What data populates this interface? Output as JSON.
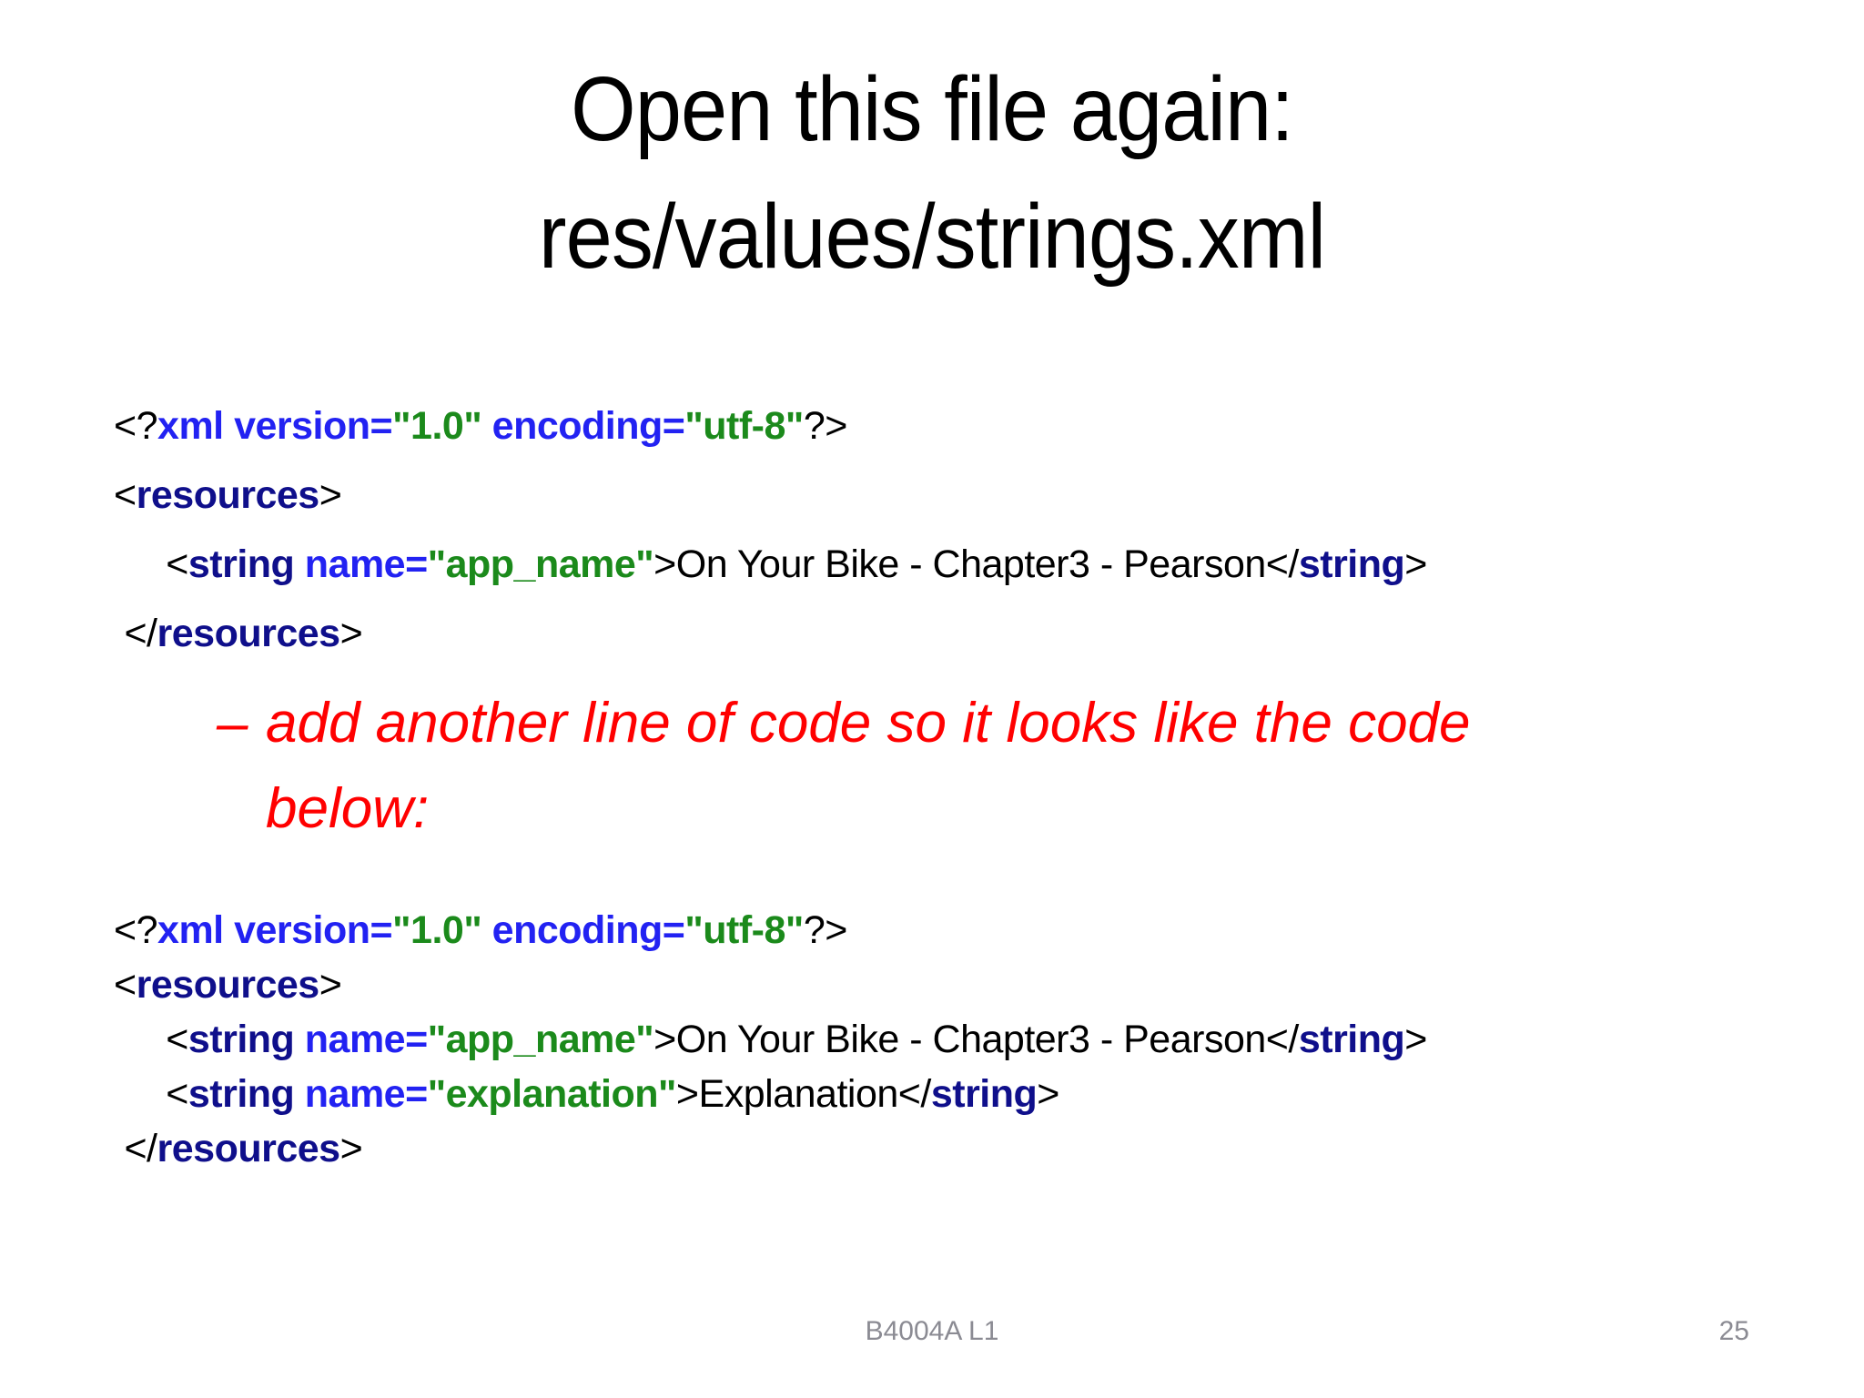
{
  "slide": {
    "title": {
      "line1": "Open this file again:",
      "line2": "res/values/strings.xml"
    },
    "note": {
      "bullet": "–",
      "line1": "add another line of code so it looks like the code",
      "line2": "below:"
    },
    "footer": {
      "course": "B4004A L1",
      "page_number": "25"
    },
    "colors": {
      "element": "#0F0F8B",
      "attribute": "#2222F2",
      "value": "#1B8A1B",
      "text": "#000000",
      "note_red": "#FF0000",
      "footer_gray": "#8B8B93"
    }
  },
  "code_block_1": {
    "lines": [
      {
        "tokens": [
          {
            "t": "bracket",
            "v": "<?"
          },
          {
            "t": "attr",
            "v": "xml version="
          },
          {
            "t": "value",
            "v": "\"1.0\""
          },
          {
            "t": "attr",
            "v": " encoding="
          },
          {
            "t": "value",
            "v": "\"utf-8\""
          },
          {
            "t": "bracket",
            "v": "?>"
          }
        ]
      },
      {
        "tokens": [
          {
            "t": "bracket",
            "v": "<"
          },
          {
            "t": "element",
            "v": "resources"
          },
          {
            "t": "bracket",
            "v": ">"
          }
        ]
      },
      {
        "tokens": [
          {
            "t": "bracket",
            "v": "     <"
          },
          {
            "t": "element",
            "v": "string"
          },
          {
            "t": "attr",
            "v": " name="
          },
          {
            "t": "value",
            "v": "\"app_name\""
          },
          {
            "t": "bracket",
            "v": ">"
          },
          {
            "t": "text",
            "v": "On Your Bike - Chapter3 - Pearson"
          },
          {
            "t": "bracket",
            "v": "</"
          },
          {
            "t": "element",
            "v": "string"
          },
          {
            "t": "bracket",
            "v": ">"
          }
        ]
      },
      {
        "tokens": [
          {
            "t": "bracket",
            "v": " </"
          },
          {
            "t": "element",
            "v": "resources"
          },
          {
            "t": "bracket",
            "v": ">"
          }
        ]
      }
    ]
  },
  "code_block_2": {
    "lines": [
      {
        "tokens": [
          {
            "t": "bracket",
            "v": "<?"
          },
          {
            "t": "attr",
            "v": "xml version="
          },
          {
            "t": "value",
            "v": "\"1.0\""
          },
          {
            "t": "attr",
            "v": " encoding="
          },
          {
            "t": "value",
            "v": "\"utf-8\""
          },
          {
            "t": "bracket",
            "v": "?>"
          }
        ]
      },
      {
        "tokens": [
          {
            "t": "bracket",
            "v": "<"
          },
          {
            "t": "element",
            "v": "resources"
          },
          {
            "t": "bracket",
            "v": ">"
          }
        ]
      },
      {
        "tokens": [
          {
            "t": "bracket",
            "v": "     <"
          },
          {
            "t": "element",
            "v": "string"
          },
          {
            "t": "attr",
            "v": " name="
          },
          {
            "t": "value",
            "v": "\"app_name\""
          },
          {
            "t": "bracket",
            "v": ">"
          },
          {
            "t": "text",
            "v": "On Your Bike - Chapter3 - Pearson"
          },
          {
            "t": "bracket",
            "v": "</"
          },
          {
            "t": "element",
            "v": "string"
          },
          {
            "t": "bracket",
            "v": ">"
          }
        ]
      },
      {
        "tokens": [
          {
            "t": "bracket",
            "v": "     <"
          },
          {
            "t": "element",
            "v": "string"
          },
          {
            "t": "attr",
            "v": " name="
          },
          {
            "t": "value",
            "v": "\"explanation\""
          },
          {
            "t": "bracket",
            "v": ">"
          },
          {
            "t": "text",
            "v": "Explanation"
          },
          {
            "t": "bracket",
            "v": "</"
          },
          {
            "t": "element",
            "v": "string"
          },
          {
            "t": "bracket",
            "v": ">"
          }
        ]
      },
      {
        "tokens": [
          {
            "t": "bracket",
            "v": " </"
          },
          {
            "t": "element",
            "v": "resources"
          },
          {
            "t": "bracket",
            "v": ">"
          }
        ]
      }
    ]
  }
}
